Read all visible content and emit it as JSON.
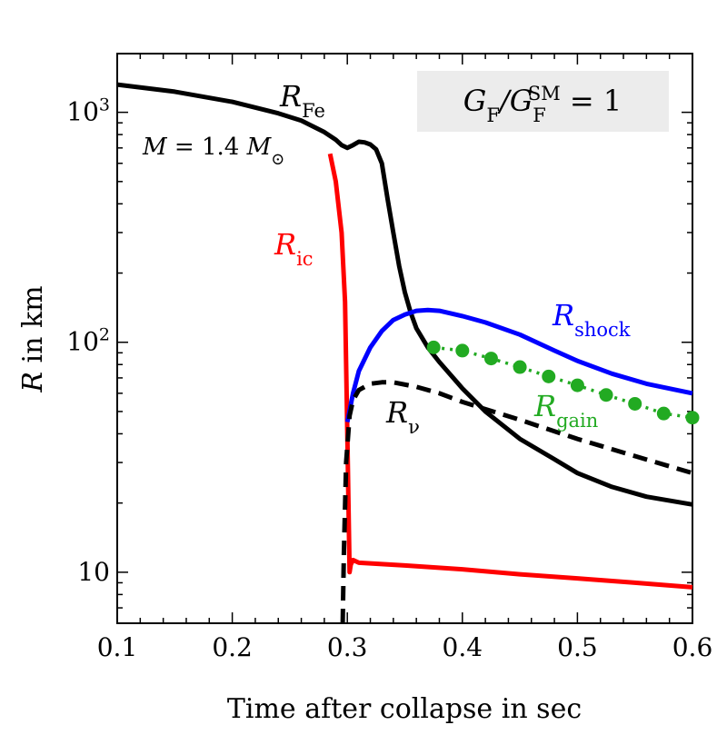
{
  "chart_data": {
    "type": "line",
    "xlabel": "Time after collapse in sec",
    "ylabel_main": "R",
    "ylabel_rest": " in km",
    "xlim": [
      0.1,
      0.6
    ],
    "ylim": [
      6,
      1800
    ],
    "yscale": "log",
    "x_ticks": [
      {
        "v": 0.1,
        "label": "0.1"
      },
      {
        "v": 0.2,
        "label": "0.2"
      },
      {
        "v": 0.3,
        "label": "0.3"
      },
      {
        "v": 0.4,
        "label": "0.4"
      },
      {
        "v": 0.5,
        "label": "0.5"
      },
      {
        "v": 0.6,
        "label": "0.6"
      }
    ],
    "y_ticks": [
      {
        "v": 10,
        "base": "10",
        "exp": ""
      },
      {
        "v": 100,
        "base": "10",
        "exp": "2"
      },
      {
        "v": 1000,
        "base": "10",
        "exp": "3"
      }
    ],
    "legend_box": {
      "text": "G_F/G_F^SM = 1",
      "main": "G",
      "sub": "F",
      "sep": "/G",
      "sub2": "F",
      "sup2": "SM",
      "rest": " = 1",
      "fill": "#ececec"
    },
    "mass_label": {
      "text": "M = 1.4 M_⊙",
      "first": "M",
      "middle": " = 1.4 ",
      "second": "M",
      "sub": "⊙"
    },
    "series": [
      {
        "key": "R_Fe",
        "label_main": "R",
        "label_sub": "Fe",
        "color": "#000000",
        "style": "solid",
        "points": [
          [
            0.1,
            1320
          ],
          [
            0.15,
            1230
          ],
          [
            0.2,
            1110
          ],
          [
            0.24,
            990
          ],
          [
            0.26,
            920
          ],
          [
            0.28,
            820
          ],
          [
            0.29,
            760
          ],
          [
            0.295,
            720
          ],
          [
            0.3,
            700
          ],
          [
            0.305,
            720
          ],
          [
            0.31,
            745
          ],
          [
            0.315,
            740
          ],
          [
            0.32,
            725
          ],
          [
            0.325,
            690
          ],
          [
            0.33,
            600
          ],
          [
            0.335,
            420
          ],
          [
            0.34,
            300
          ],
          [
            0.345,
            215
          ],
          [
            0.35,
            165
          ],
          [
            0.355,
            135
          ],
          [
            0.36,
            115
          ],
          [
            0.37,
            95
          ],
          [
            0.38,
            82
          ],
          [
            0.4,
            63
          ],
          [
            0.42,
            50
          ],
          [
            0.45,
            38
          ],
          [
            0.48,
            31
          ],
          [
            0.5,
            27
          ],
          [
            0.53,
            23.5
          ],
          [
            0.56,
            21.3
          ],
          [
            0.6,
            19.7
          ]
        ]
      },
      {
        "key": "R_ic",
        "label_main": "R",
        "label_sub": "ic",
        "color": "#ff0000",
        "style": "solid",
        "points": [
          [
            0.285,
            660
          ],
          [
            0.29,
            500
          ],
          [
            0.295,
            300
          ],
          [
            0.298,
            150
          ],
          [
            0.3,
            40
          ],
          [
            0.302,
            10
          ],
          [
            0.303,
            10.8
          ],
          [
            0.305,
            11.3
          ],
          [
            0.31,
            11
          ],
          [
            0.35,
            10.7
          ],
          [
            0.4,
            10.3
          ],
          [
            0.45,
            9.8
          ],
          [
            0.5,
            9.4
          ],
          [
            0.55,
            9.0
          ],
          [
            0.6,
            8.6
          ]
        ]
      },
      {
        "key": "R_shock",
        "label_main": "R",
        "label_sub": "shock",
        "color": "#0000ff",
        "style": "solid",
        "points": [
          [
            0.3,
            45
          ],
          [
            0.305,
            60
          ],
          [
            0.31,
            75
          ],
          [
            0.32,
            95
          ],
          [
            0.33,
            112
          ],
          [
            0.34,
            125
          ],
          [
            0.35,
            132
          ],
          [
            0.36,
            137
          ],
          [
            0.37,
            138
          ],
          [
            0.38,
            137
          ],
          [
            0.4,
            130
          ],
          [
            0.42,
            122
          ],
          [
            0.45,
            108
          ],
          [
            0.48,
            92
          ],
          [
            0.5,
            83
          ],
          [
            0.53,
            73
          ],
          [
            0.56,
            66
          ],
          [
            0.6,
            60
          ]
        ]
      },
      {
        "key": "R_gain",
        "label_main": "R",
        "label_sub": "gain",
        "color": "#22aa22",
        "style": "dotted",
        "points": [
          [
            0.375,
            95
          ],
          [
            0.4,
            92
          ],
          [
            0.425,
            85
          ],
          [
            0.45,
            78
          ],
          [
            0.475,
            71
          ],
          [
            0.5,
            65
          ],
          [
            0.525,
            59
          ],
          [
            0.55,
            54
          ],
          [
            0.575,
            49
          ],
          [
            0.6,
            47
          ]
        ]
      },
      {
        "key": "R_nu",
        "label_main": "R",
        "label_sub": "ν",
        "color": "#000000",
        "style": "dashed",
        "points": [
          [
            0.296,
            6
          ],
          [
            0.297,
            12
          ],
          [
            0.299,
            30
          ],
          [
            0.302,
            48
          ],
          [
            0.305,
            56
          ],
          [
            0.31,
            62
          ],
          [
            0.32,
            66
          ],
          [
            0.33,
            67
          ],
          [
            0.34,
            67
          ],
          [
            0.36,
            64
          ],
          [
            0.38,
            60
          ],
          [
            0.4,
            55
          ],
          [
            0.45,
            46
          ],
          [
            0.5,
            38
          ],
          [
            0.55,
            32
          ],
          [
            0.6,
            27
          ]
        ]
      }
    ]
  }
}
